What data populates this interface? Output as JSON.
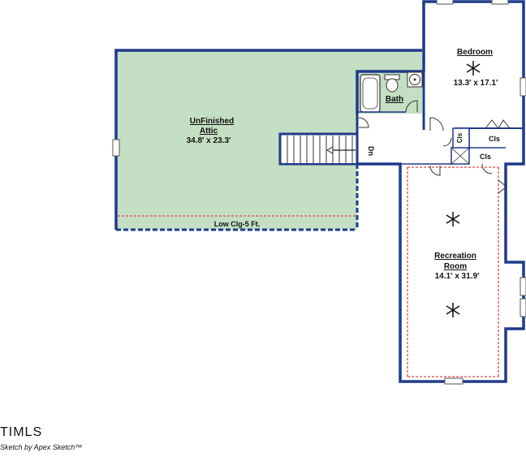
{
  "rooms": {
    "attic": {
      "name_line1": "UnFinished",
      "name_line2": "Attic",
      "dims": "34.8' x 23.3'"
    },
    "bedroom": {
      "name": "Bedroom",
      "dims": "13.3' x 17.1'"
    },
    "bath": {
      "name": "Bath"
    },
    "recreation": {
      "name_line1": "Recreation",
      "name_line2": "Room",
      "dims": "14.1' x 31.9'"
    }
  },
  "labels": {
    "low_ceiling": "Low Clg-5 Ft.",
    "stairs_down": "Dn",
    "closet_bedroom": "Cls",
    "closet_vertical": "Cls",
    "closet_lower": "Cls"
  },
  "footer": {
    "logo": "TIMLS",
    "credit": "Sketch by Apex Sketch™"
  },
  "colors": {
    "wall": "#1f3a8a",
    "attic_fill": "#c4dfc3",
    "dash_red": "#e04a4a"
  }
}
